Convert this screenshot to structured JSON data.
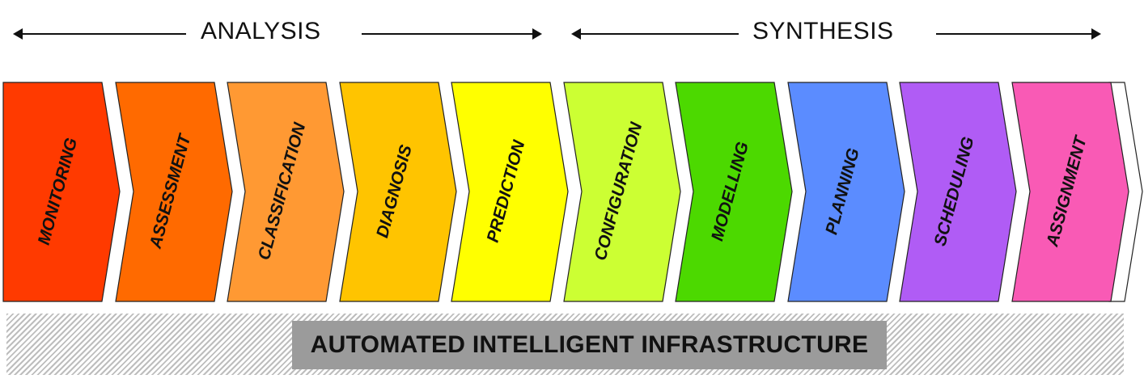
{
  "phases": {
    "analysis": "ANALYSIS",
    "synthesis": "SYNTHESIS"
  },
  "steps": [
    {
      "label": "MONITORING",
      "color": "#ff3a00"
    },
    {
      "label": "ASSESSMENT",
      "color": "#ff6a00"
    },
    {
      "label": "CLASSIFICATION",
      "color": "#ff9933"
    },
    {
      "label": "DIAGNOSIS",
      "color": "#ffc400"
    },
    {
      "label": "PREDICTION",
      "color": "#ffff00"
    },
    {
      "label": "CONFIGURATION",
      "color": "#ccff33"
    },
    {
      "label": "MODELLING",
      "color": "#4cd900"
    },
    {
      "label": "PLANNING",
      "color": "#5b8cff"
    },
    {
      "label": "SCHEDULING",
      "color": "#b05cf5"
    },
    {
      "label": "ASSIGNMENT",
      "color": "#f95ab5"
    }
  ],
  "infrastructure": {
    "label": "AUTOMATED INTELLIGENT INFRASTRUCTURE"
  }
}
